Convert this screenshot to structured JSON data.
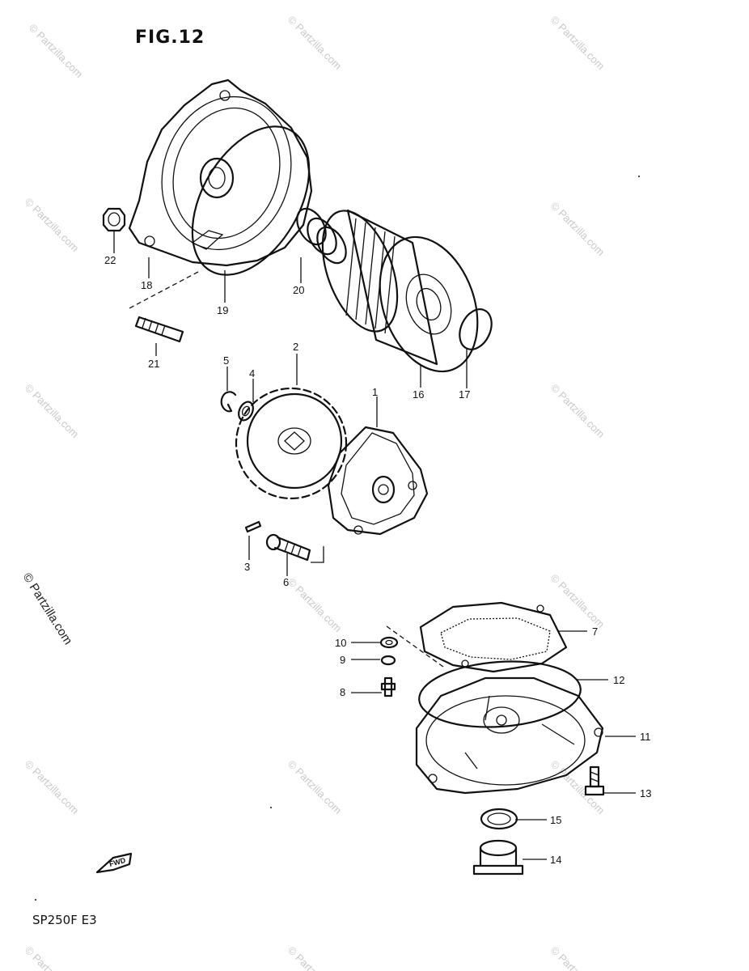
{
  "figure": {
    "title": "FIG.12",
    "model_code": "SP250F  E3",
    "fwd_label": "FWD",
    "side_watermark": "© Partzilla.com",
    "watermark": "© Partzilla.com"
  },
  "parts": [
    {
      "id": "part-1",
      "number": "1"
    },
    {
      "id": "part-2",
      "number": "2"
    },
    {
      "id": "part-3",
      "number": "3"
    },
    {
      "id": "part-4",
      "number": "4"
    },
    {
      "id": "part-5",
      "number": "5"
    },
    {
      "id": "part-6",
      "number": "6"
    },
    {
      "id": "part-7",
      "number": "7"
    },
    {
      "id": "part-8",
      "number": "8"
    },
    {
      "id": "part-9",
      "number": "9"
    },
    {
      "id": "part-10",
      "number": "10"
    },
    {
      "id": "part-11",
      "number": "11"
    },
    {
      "id": "part-12",
      "number": "12"
    },
    {
      "id": "part-13",
      "number": "13"
    },
    {
      "id": "part-14",
      "number": "14"
    },
    {
      "id": "part-15",
      "number": "15"
    },
    {
      "id": "part-16",
      "number": "16"
    },
    {
      "id": "part-17",
      "number": "17"
    },
    {
      "id": "part-18",
      "number": "18"
    },
    {
      "id": "part-19",
      "number": "19"
    },
    {
      "id": "part-20",
      "number": "20"
    },
    {
      "id": "part-21",
      "number": "21"
    },
    {
      "id": "part-22",
      "number": "22"
    }
  ]
}
